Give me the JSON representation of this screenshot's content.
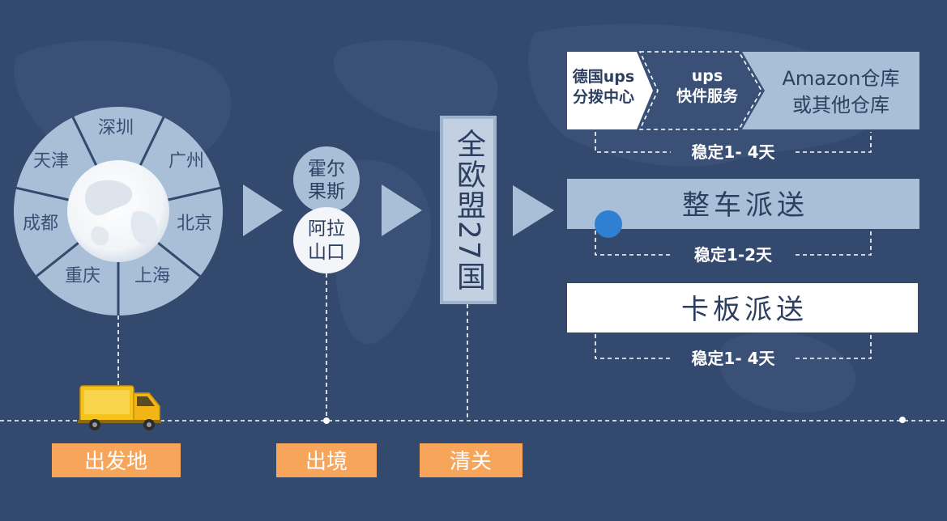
{
  "origin": {
    "cities": [
      "深圳",
      "广州",
      "北京",
      "上海",
      "重庆",
      "成都",
      "天津"
    ]
  },
  "exit_ports": [
    {
      "lines": [
        "霍尔",
        "果斯"
      ]
    },
    {
      "lines": [
        "阿拉",
        "山口"
      ]
    }
  ],
  "destination": "全欧盟27国",
  "ups_route": {
    "steps": [
      {
        "lines": [
          "德国ups",
          "分拨中心"
        ]
      },
      {
        "lines": [
          "ups",
          "快件服务"
        ]
      },
      {
        "lines": [
          "Amazon仓库",
          "或其他仓库"
        ]
      }
    ],
    "duration": "稳定1- 4天"
  },
  "truck_route": {
    "label": "整车派送",
    "duration": "稳定1-2天"
  },
  "pallet_route": {
    "label": "卡板派送",
    "duration": "稳定1- 4天"
  },
  "timeline": {
    "stages": [
      "出发地",
      "出境",
      "清关"
    ]
  },
  "icons": {
    "arrow": "arrow-right-icon",
    "truck": "truck-icon",
    "globe": "globe-icon",
    "marker": "blue-dot-marker"
  },
  "colors": {
    "background": "#34496e",
    "light_blue": "#a9bfd8",
    "orange": "#f8a55c",
    "text_dark": "#2c3f60",
    "truck_yellow": "#f6c21c",
    "marker_blue": "#2f80d2"
  }
}
